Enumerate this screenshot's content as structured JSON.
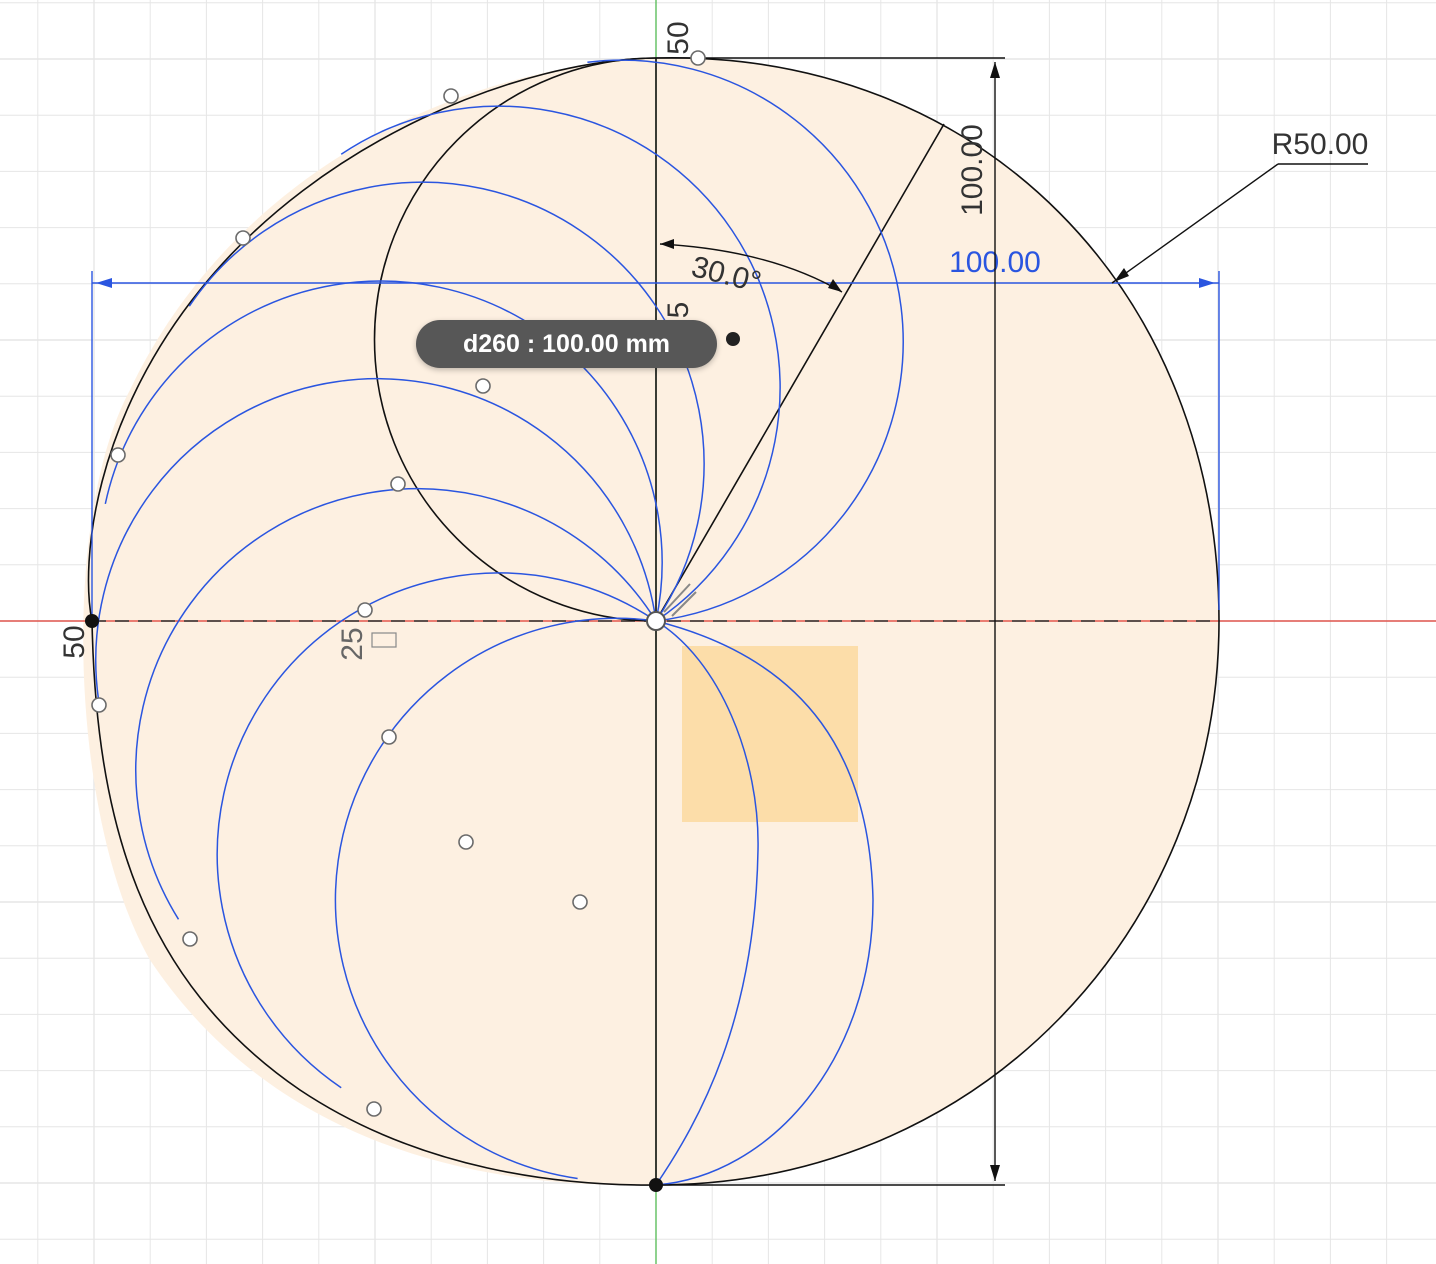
{
  "sketch": {
    "colors": {
      "background": "#ffffff",
      "grid": "#e6e6e6",
      "profile_fill": "#fdf0e1",
      "selected_fill": "#fcd99f",
      "black_geometry": "#111111",
      "blue_geometry": "#2a55e0",
      "blue_dimension": "#2a55e0",
      "x_axis": "#e0382f",
      "y_axis": "#4bbb4b",
      "construction_dash": "#2b2b2b",
      "tooltip_bg": "#575757",
      "tooltip_text": "#ffffff"
    },
    "dimensions": {
      "radius_label": "R50.00",
      "horizontal_label": "100.00",
      "vertical_label": "100.00",
      "angle_label": "30.0°",
      "small_left": "50",
      "small_top": "50",
      "small_mid": "5",
      "small_center": "25"
    },
    "tooltip": {
      "text": "d260 : 100.00 mm"
    }
  }
}
